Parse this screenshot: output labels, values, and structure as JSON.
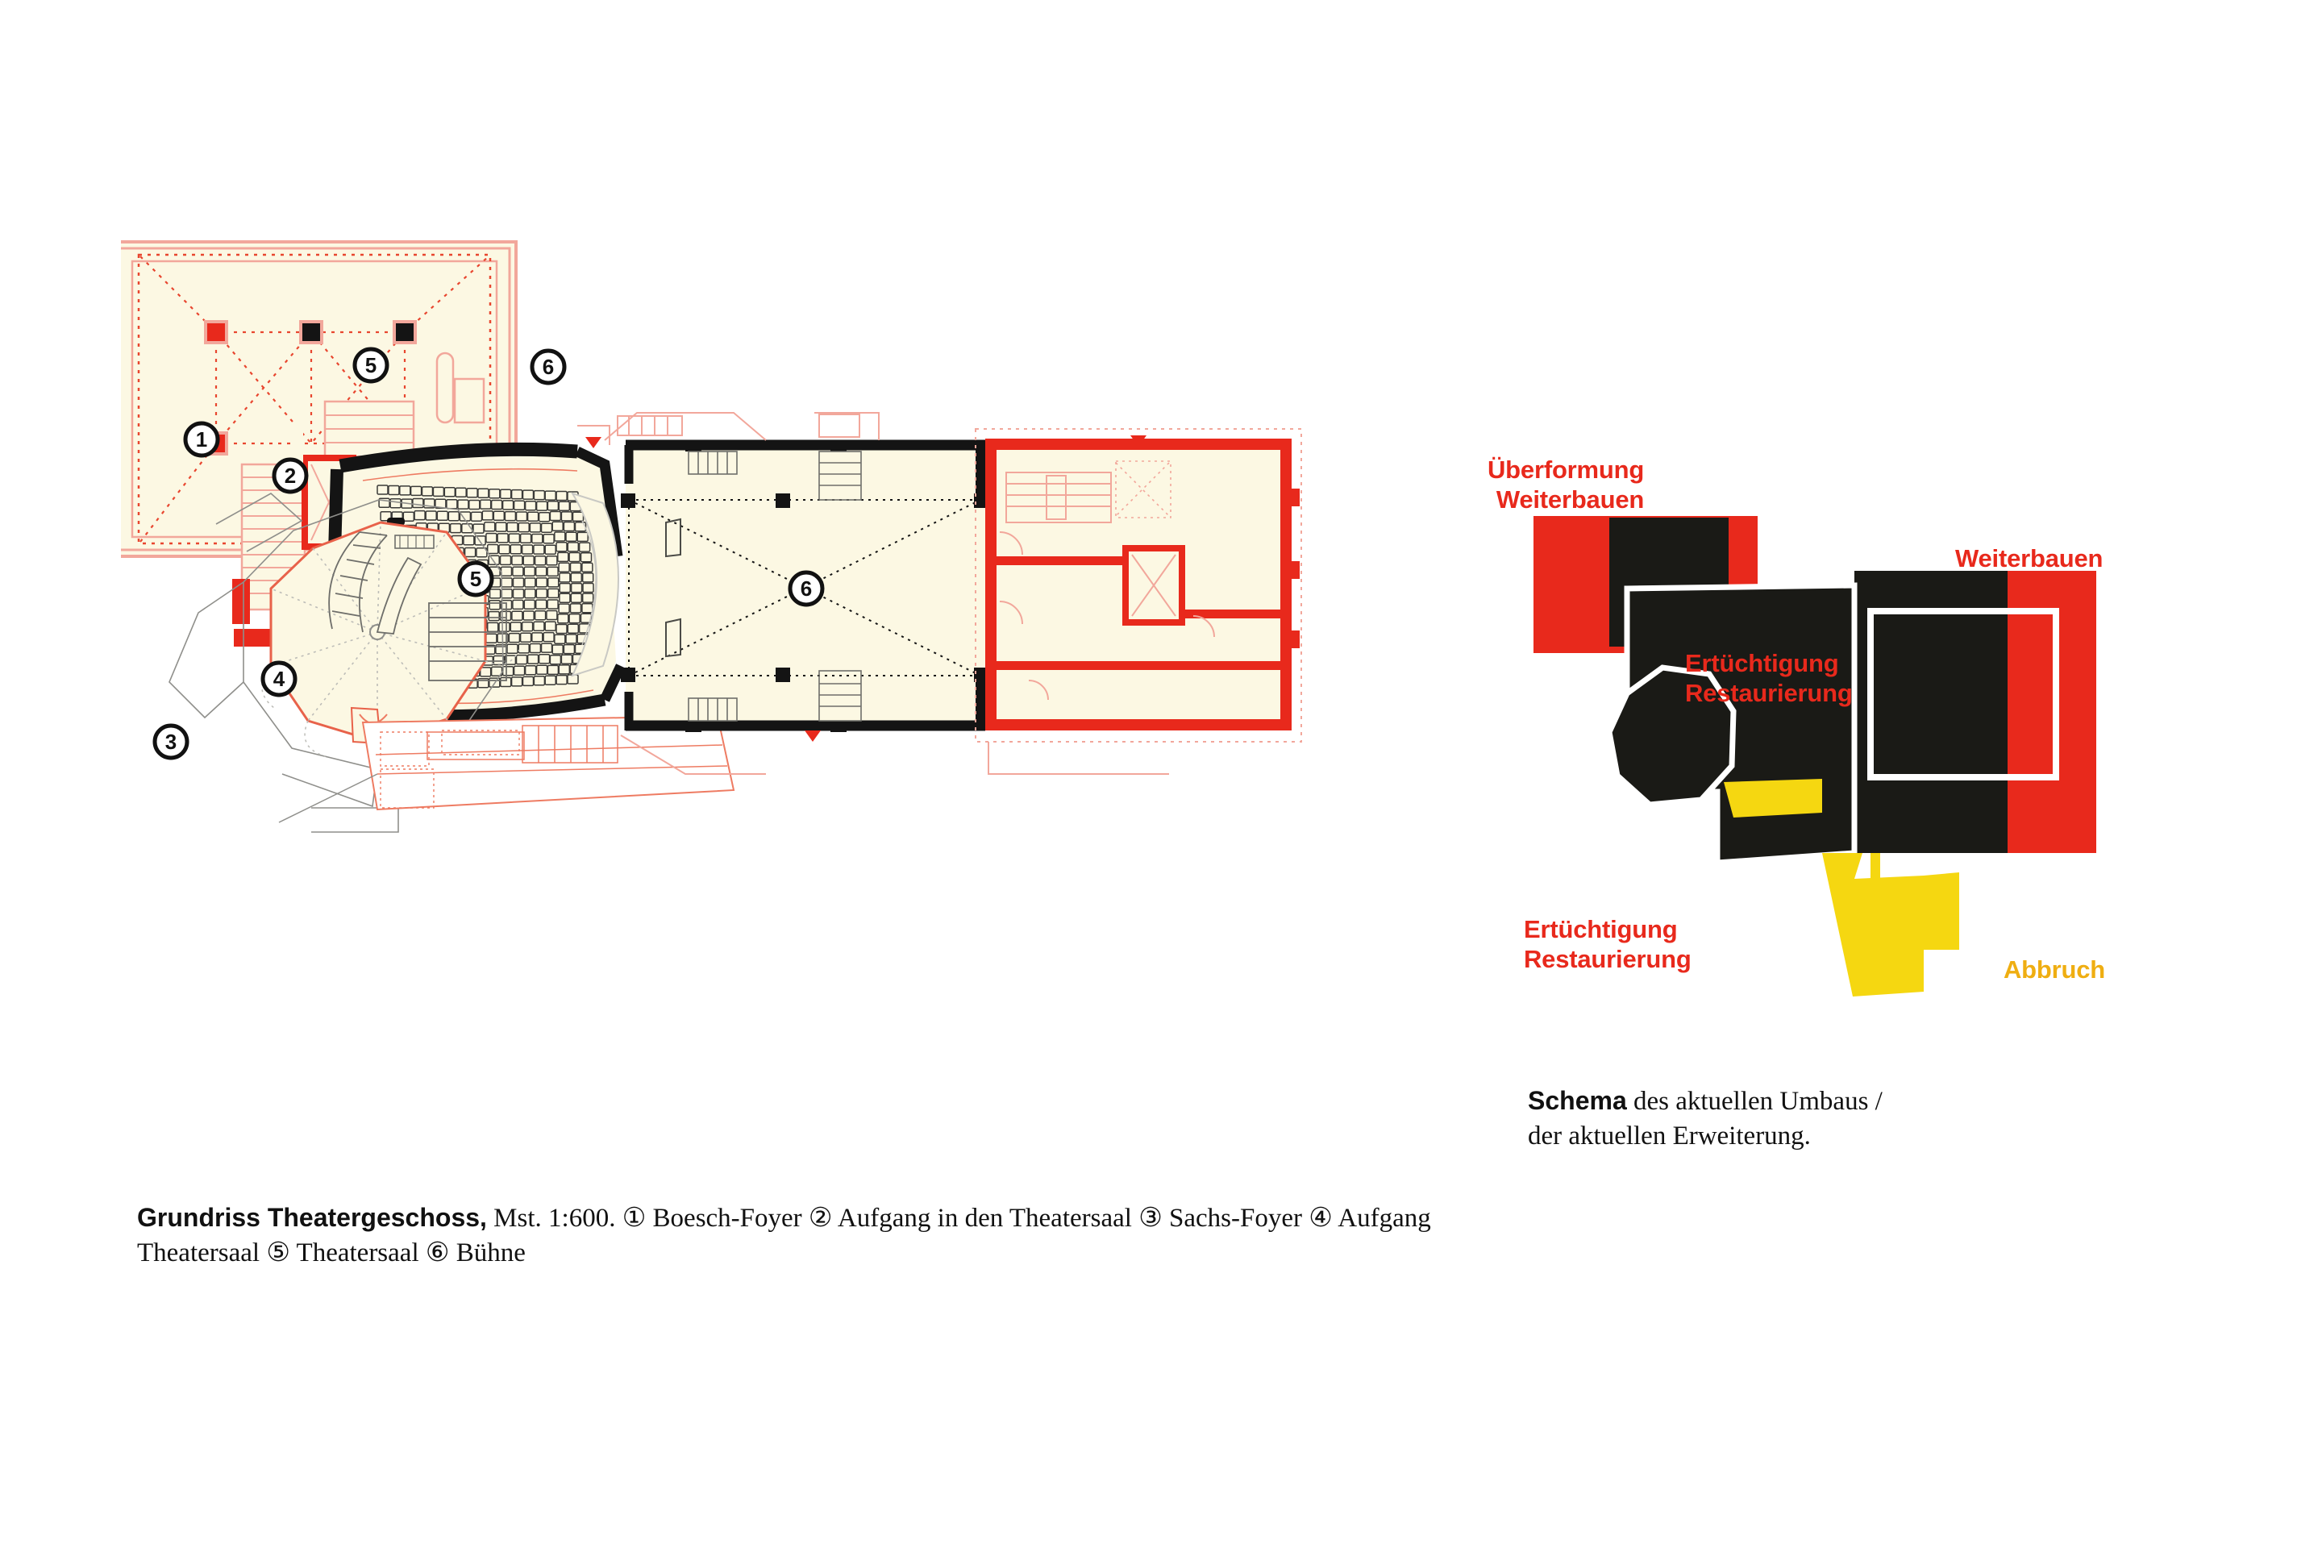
{
  "figure": {
    "plan": {
      "title": "Grundriss Theatergeschoss",
      "scale_text": "Mst. 1:600.",
      "caption_bold": "Grundriss Theatergeschoss,",
      "caption_rest": " Mst. 1:600. ",
      "caption_line2_prefix": "Theatersaal ",
      "legend": [
        {
          "num": "1",
          "label": "Boesch-Foyer"
        },
        {
          "num": "2",
          "label": "Aufgang in den Theatersaal"
        },
        {
          "num": "3",
          "label": "Sachs-Foyer"
        },
        {
          "num": "4",
          "label": "Aufgang Theatersaal"
        },
        {
          "num": "5",
          "label": "Theatersaal"
        },
        {
          "num": "6",
          "label": "Bühne"
        }
      ],
      "markers": [
        {
          "num": "1",
          "room": "Boesch-Foyer"
        },
        {
          "num": "2",
          "room": "Aufgang in den Theatersaal"
        },
        {
          "num": "3",
          "room": "Sachs-Foyer"
        },
        {
          "num": "4",
          "room": "Aufgang Theatersaal"
        },
        {
          "num": "5",
          "room": "Theatersaal"
        },
        {
          "num": "6",
          "room": "Bühne"
        }
      ],
      "colors": {
        "fill_cream": "#FCF8E3",
        "wall_red": "#E8291C",
        "wall_black": "#141414",
        "line_pink": "#F2A79B",
        "line_red_thin": "#E8462F",
        "line_grey": "#9A9A96"
      }
    },
    "schema": {
      "caption_bold": "Schema",
      "caption_line1_rest": " des aktuellen Umbaus /",
      "caption_line2": "der aktuellen Erweiterung.",
      "labels": {
        "ueberformung_line1": "Überformung",
        "ueberformung_line2": "Weiterbauen",
        "weiterbauen": "Weiterbauen",
        "ertuechtigung_inner_line1": "Ertüchtigung",
        "ertuechtigung_inner_line2": "Restaurierung",
        "ertuechtigung_outer_line1": "Ertüchtigung",
        "ertuechtigung_outer_line2": "Restaurierung",
        "abbruch": "Abbruch"
      },
      "colors": {
        "red": "#E8291C",
        "black": "#1A1A16",
        "yellow": "#F5D711",
        "amber": "#EFAE12",
        "white": "#FFFFFF"
      }
    }
  },
  "chart_data": {
    "type": "diagram",
    "title": "Grundriss Theatergeschoss / Schema des aktuellen Umbaus",
    "panels": [
      {
        "name": "floor-plan",
        "scale": "1:600",
        "rooms": [
          {
            "id": 1,
            "name": "Boesch-Foyer",
            "shape": "rectangle",
            "fill": "#FCF8E3",
            "outline": "#F2A79B"
          },
          {
            "id": 2,
            "name": "Aufgang in den Theatersaal",
            "shape": "stair",
            "fill": "#FCF8E3",
            "outline": "#E8291C"
          },
          {
            "id": 3,
            "name": "Sachs-Foyer",
            "shape": "decagon",
            "fill": "#FCF8E3",
            "outline": "#E8462F"
          },
          {
            "id": 4,
            "name": "Aufgang Theatersaal",
            "shape": "stair",
            "fill": "#FCF8E3",
            "outline": "#141414"
          },
          {
            "id": 5,
            "name": "Theatersaal",
            "shape": "fan-auditorium",
            "fill": "#FCF8E3",
            "outline": "#141414",
            "seat_rows": 18
          },
          {
            "id": 6,
            "name": "Bühne",
            "shape": "square",
            "fill": "#FCF8E3",
            "outline": "#141414"
          }
        ]
      },
      {
        "name": "renovation-schema",
        "legend": [
          {
            "label": "Überformung Weiterbauen",
            "color": "#E8291C"
          },
          {
            "label": "Weiterbauen",
            "color": "#E8291C"
          },
          {
            "label": "Ertüchtigung Restaurierung",
            "color": "#E8291C"
          },
          {
            "label": "Abbruch",
            "color": "#EFAE12"
          }
        ],
        "blocks": [
          {
            "role": "Überformung",
            "color": "#E8291C"
          },
          {
            "role": "Bestand",
            "color": "#1A1A16"
          },
          {
            "role": "Weiterbauen",
            "color": "#E8291C"
          },
          {
            "role": "Abbruch",
            "color": "#F5D711"
          }
        ]
      }
    ]
  }
}
